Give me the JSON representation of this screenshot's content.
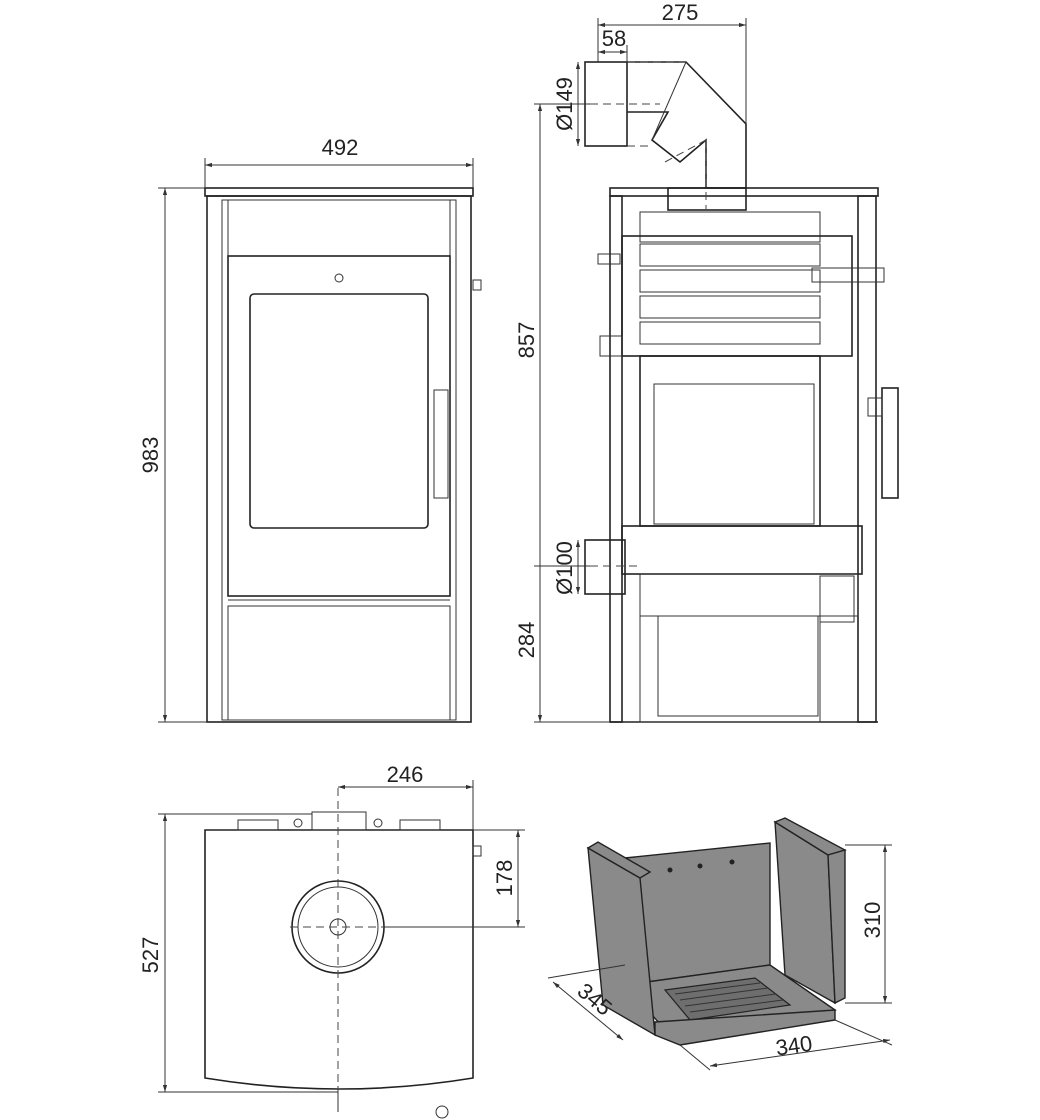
{
  "dimensions": {
    "front_width": "492",
    "front_height": "983",
    "side_flue_offset": "275",
    "side_flue_pipe": "58",
    "side_flue_diameter": "Ø149",
    "side_flue_height": "857",
    "side_air_diameter": "Ø100",
    "side_air_height": "284",
    "top_flue_offset": "246",
    "top_flue_depth": "178",
    "top_depth": "527",
    "firebox_height": "310",
    "firebox_depth": "345",
    "firebox_width": "340"
  }
}
